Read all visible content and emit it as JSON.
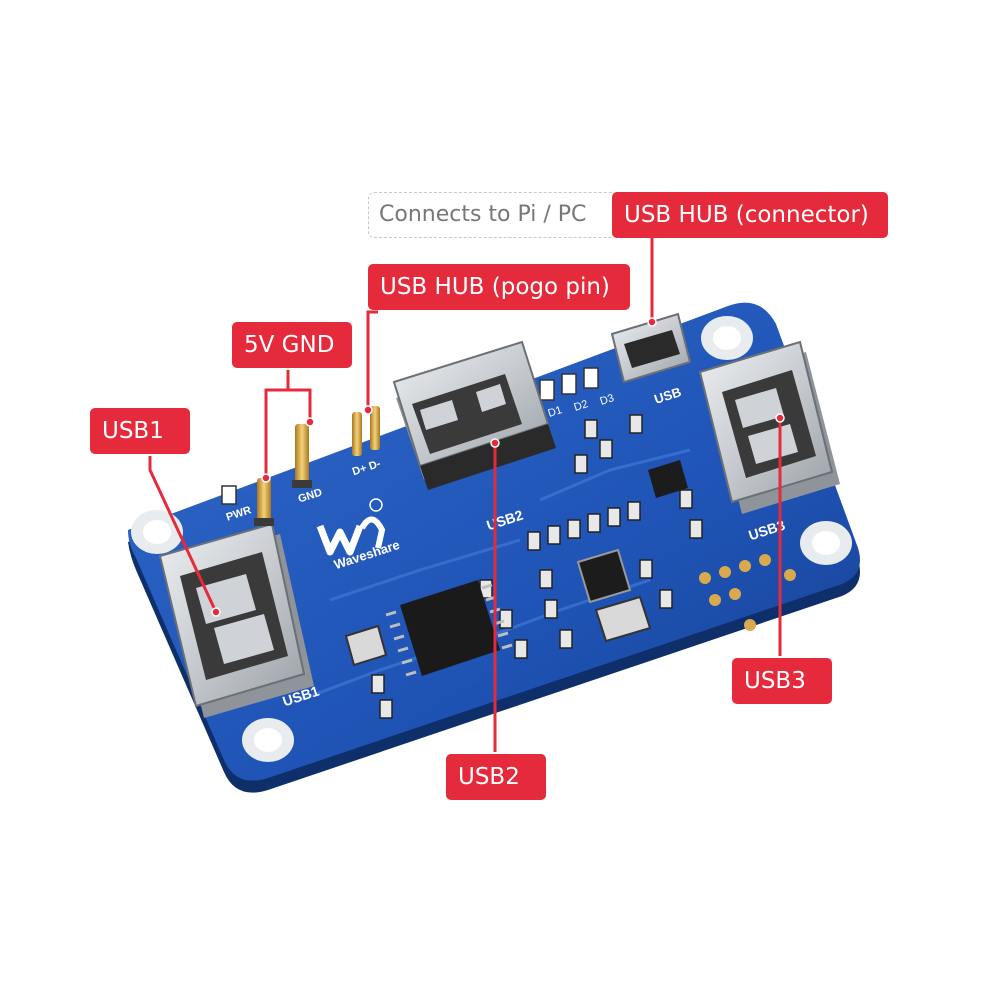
{
  "board": {
    "brand_text": "Waveshare",
    "silkscreen": {
      "usb1": "USB1",
      "usb2": "USB2",
      "usb3": "USB3",
      "usb_micro": "USB",
      "gnd": "GND",
      "pwr": "PWR",
      "pogo": "D+ D-",
      "d1": "D1",
      "d2": "D2",
      "d3": "D3"
    }
  },
  "callouts": {
    "connects_note": "Connects to Pi / PC",
    "usb_hub_connector": "USB HUB (connector)",
    "usb_hub_pogo": "USB HUB (pogo pin)",
    "power_pins": "5V GND",
    "usb1": "USB1",
    "usb2": "USB2",
    "usb3": "USB3"
  },
  "colors": {
    "callout": "#e52a3b",
    "pcb": "#1d4fb0",
    "pcb_light": "#3e79d6",
    "metal": "#cfd3d8"
  }
}
